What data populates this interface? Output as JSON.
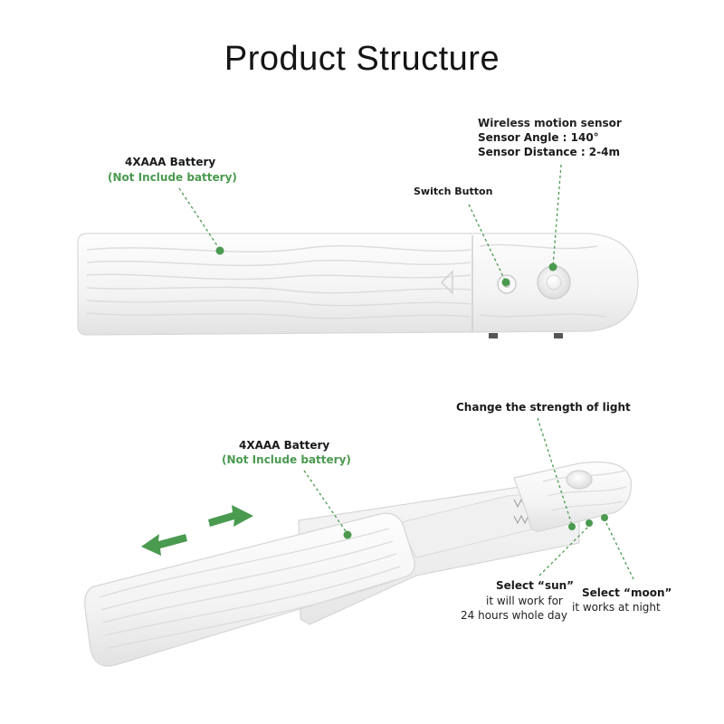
{
  "title": "Product Structure",
  "top_view": {
    "battery_label": "4XAAA Battery",
    "battery_note": "(Not Include battery)",
    "switch_label": "Switch Button",
    "sensor_line1": "Wireless motion sensor",
    "sensor_line2": "Sensor Angle : 140°",
    "sensor_line3": "Sensor Distance : 2-4m"
  },
  "bottom_view": {
    "battery_label": "4XAAA Battery",
    "battery_note": "(Not Include battery)",
    "strength_label": "Change the strength of light",
    "sun_title": "Select “sun”",
    "sun_desc1": "it will work for",
    "sun_desc2": "24 hours whole day",
    "moon_title": "Select “moon”",
    "moon_desc": "it works at night"
  },
  "colors": {
    "accent_green": "#4a9a4f",
    "text_dark": "#1a1a1a",
    "body_white": "#f6f6f6",
    "outline": "#d9d9d9"
  }
}
